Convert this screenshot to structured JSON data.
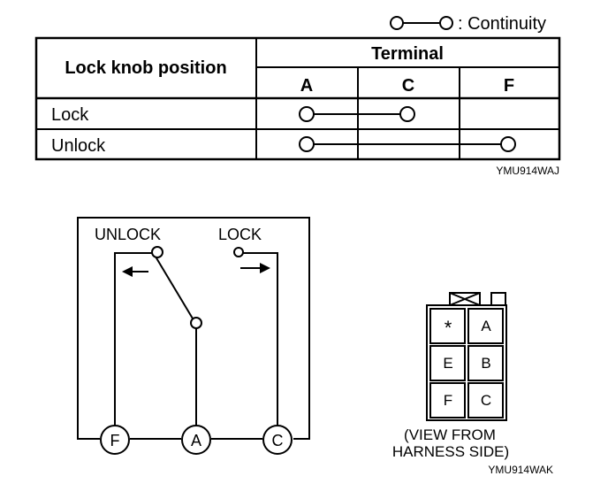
{
  "legend": {
    "text": ": Continuity"
  },
  "table": {
    "header_row_label": "Lock knob position",
    "group_header": "Terminal",
    "columns": [
      "A",
      "C",
      "F"
    ],
    "rows": [
      {
        "label": "Lock",
        "connects": [
          "A",
          "C"
        ]
      },
      {
        "label": "Unlock",
        "connects": [
          "A",
          "F"
        ]
      }
    ],
    "figure_code": "YMU914WAJ"
  },
  "schematic": {
    "unlock_label": "UNLOCK",
    "lock_label": "LOCK",
    "terminals": [
      "F",
      "A",
      "C"
    ]
  },
  "connector": {
    "cells": [
      [
        "*",
        "A"
      ],
      [
        "E",
        "B"
      ],
      [
        "F",
        "C"
      ]
    ],
    "caption_line1": "(VIEW FROM",
    "caption_line2": "HARNESS SIDE)",
    "figure_code": "YMU914WAK"
  }
}
